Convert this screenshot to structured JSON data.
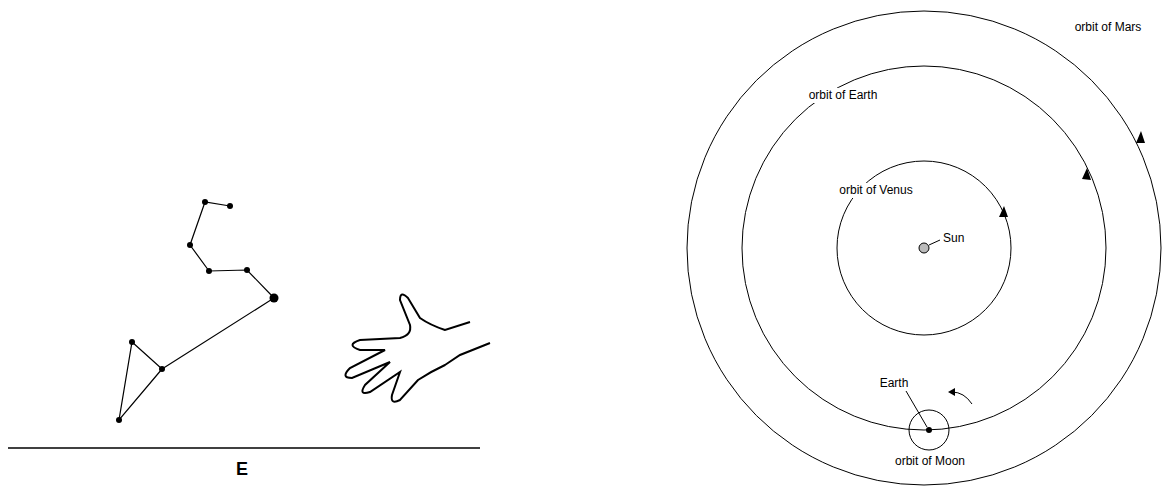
{
  "diagram": {
    "labels": [
      "E",
      "orbit of Mars",
      "orbit of Earth",
      "orbit of Venus",
      "Sun",
      "Earth",
      "orbit of Moon"
    ]
  }
}
